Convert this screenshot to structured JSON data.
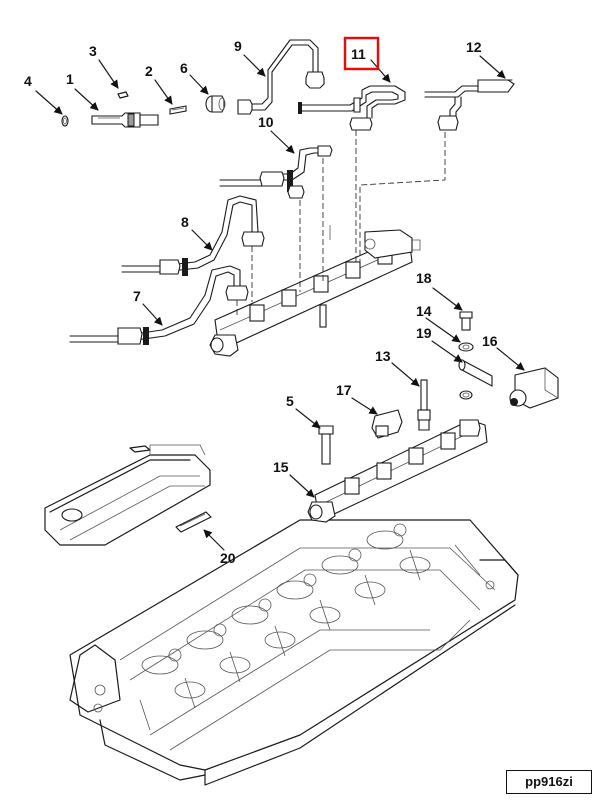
{
  "diagram": {
    "callouts": [
      {
        "id": "c1",
        "text": "1"
      },
      {
        "id": "c2",
        "text": "2"
      },
      {
        "id": "c3",
        "text": "3"
      },
      {
        "id": "c4",
        "text": "4"
      },
      {
        "id": "c5",
        "text": "5"
      },
      {
        "id": "c6",
        "text": "6"
      },
      {
        "id": "c7",
        "text": "7"
      },
      {
        "id": "c8",
        "text": "8"
      },
      {
        "id": "c9",
        "text": "9"
      },
      {
        "id": "c10",
        "text": "10"
      },
      {
        "id": "c11",
        "text": "11"
      },
      {
        "id": "c12",
        "text": "12"
      },
      {
        "id": "c13",
        "text": "13"
      },
      {
        "id": "c14",
        "text": "14"
      },
      {
        "id": "c15",
        "text": "15"
      },
      {
        "id": "c16",
        "text": "16"
      },
      {
        "id": "c17",
        "text": "17"
      },
      {
        "id": "c18",
        "text": "18"
      },
      {
        "id": "c19",
        "text": "19"
      },
      {
        "id": "c20",
        "text": "20"
      }
    ],
    "highlighted_callout": "11",
    "highlight_color": "#e01010",
    "reference_code": "pp916zi"
  }
}
